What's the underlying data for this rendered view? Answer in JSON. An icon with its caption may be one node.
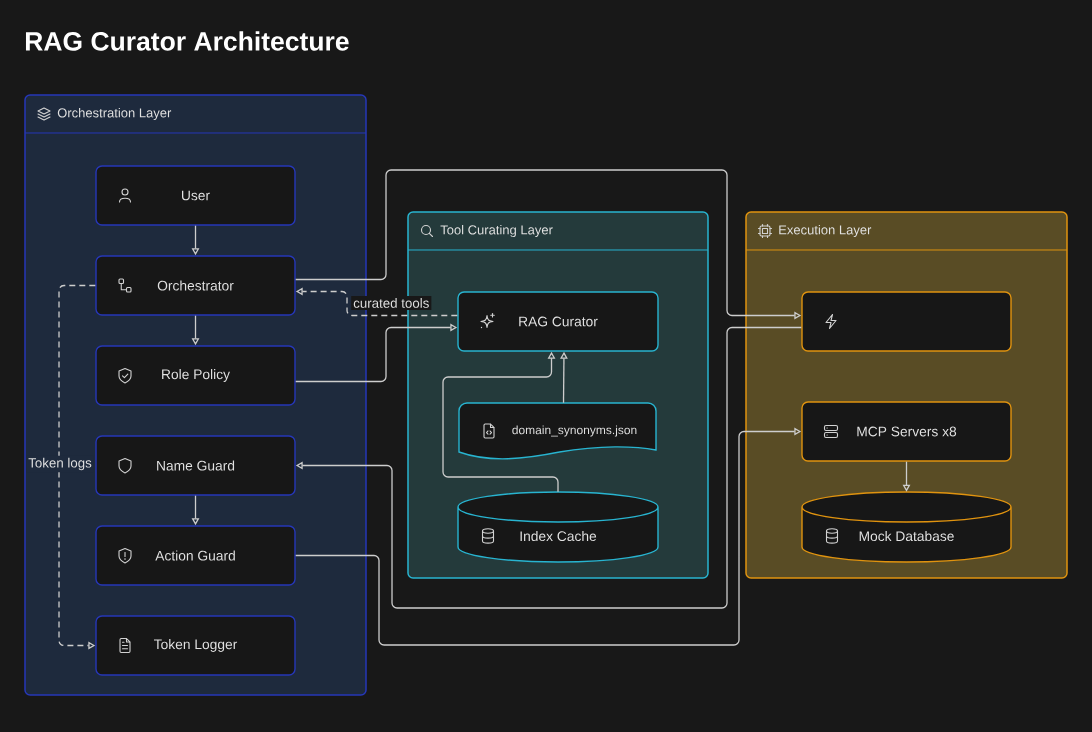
{
  "diagram": {
    "title": "RAG Curator Architecture",
    "nodes": [
      {
        "text": [
          "Orchestration Layer"
        ]
      },
      {
        "text": [
          "User"
        ],
        "in": 0
      },
      {
        "text": [
          "Orchestrator"
        ],
        "in": 0
      },
      {
        "text": [
          "Role Policy"
        ],
        "in": 0
      },
      {
        "text": [
          "Name Guard"
        ],
        "in": 0
      },
      {
        "text": [
          "Action Guard"
        ],
        "in": 0
      },
      {
        "text": [
          "Token Logger"
        ],
        "in": 0
      },
      {
        "text": [
          "Tool Curating Layer"
        ]
      },
      {
        "text": [
          "RAG Curator"
        ],
        "in": 7
      },
      {
        "text": [
          "domain_synonyms.json"
        ],
        "in": 7
      },
      {
        "text": [
          "Index Cache"
        ],
        "in": 7
      },
      {
        "text": [
          "Execution Layer"
        ]
      },
      {
        "text": [],
        "shape": "box",
        "in": 11
      },
      {
        "text": [
          "MCP Servers x8"
        ],
        "in": 11
      },
      {
        "text": [
          "Mock Database"
        ],
        "in": 11
      }
    ],
    "edges": [
      {
        "from": 1,
        "to": 2,
        "arrow": "to"
      },
      {
        "from": 2,
        "to": 3,
        "arrow": "to"
      },
      {
        "from": 4,
        "to": 5,
        "arrow": "to"
      },
      {
        "from": 2,
        "to": 12,
        "arrow": "to"
      },
      {
        "from": 8,
        "to": 2,
        "arrow": "to",
        "label": "curated tools",
        "style": "dashed"
      },
      {
        "from": 3,
        "to": 8,
        "arrow": "to"
      },
      {
        "from": 10,
        "to": 8,
        "arrow": "to"
      },
      {
        "from": 9,
        "to": 8,
        "arrow": "to"
      },
      {
        "from": 12,
        "to": 4,
        "arrow": "to"
      },
      {
        "from": 5,
        "to": 13,
        "arrow": "to"
      },
      {
        "from": 13,
        "to": 14,
        "arrow": "to"
      },
      {
        "from": 2,
        "to": 6,
        "arrow": "to",
        "label": "Token logs",
        "style": "dashed"
      }
    ]
  }
}
